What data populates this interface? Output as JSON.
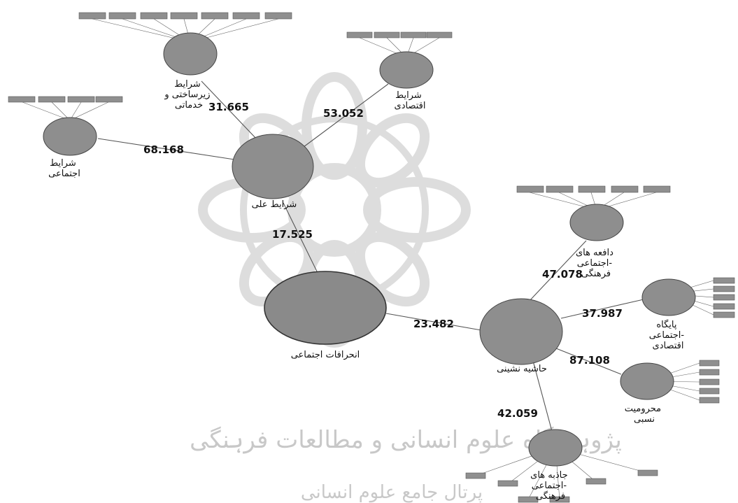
{
  "nodes": {
    "infrastructure": {
      "label_lines": [
        "شرایط",
        "زیرساختی و",
        "خدماتی"
      ]
    },
    "economic": {
      "label_lines": [
        "شرایط",
        "اقتصادی"
      ]
    },
    "social": {
      "label_lines": [
        "شرایط",
        "اجتماعی"
      ]
    },
    "causal": {
      "label_lines": [
        "شرایط علی"
      ]
    },
    "deviance": {
      "label_lines": [
        "انحرافات اجتماعی"
      ]
    },
    "marginal": {
      "label_lines": [
        "حاشیه نشینی"
      ]
    },
    "push": {
      "label_lines": [
        "دافعه های",
        "اجتماعی-",
        "فرهنگی"
      ]
    },
    "status": {
      "label_lines": [
        "پایگاه",
        "اجتماعی-",
        "اقتصادی"
      ]
    },
    "deprivation": {
      "label_lines": [
        "محرومیت",
        "نسبی"
      ]
    },
    "pull": {
      "label_lines": [
        "جاذبه های",
        "اجتماعی-",
        "فرهنگی"
      ]
    }
  },
  "paths": {
    "infrastructure_causal": "31.665",
    "economic_causal": "53.052",
    "social_causal": "68.168",
    "causal_deviance": "17.525",
    "deviance_marginal": "23.482",
    "marginal_push": "47.078",
    "marginal_status": "37.987",
    "marginal_deprivation": "87.108",
    "marginal_pull": "42.059"
  },
  "watermark": {
    "line1": "پژوہشگاه علوم انسانی و مطالعات فرہنگی",
    "line2": "پرتال جامع علوم انسانی"
  }
}
